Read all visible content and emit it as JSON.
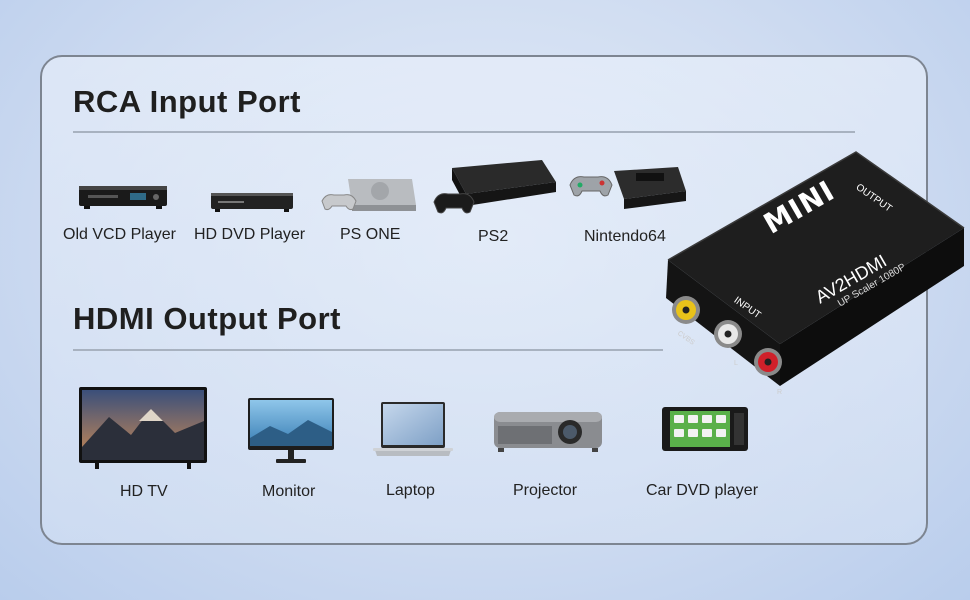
{
  "sections": {
    "input_title": "RCA Input Port",
    "output_title": "HDMI Output Port"
  },
  "input_devices": [
    {
      "label": "Old VCD Player",
      "icon": "vcd-player-icon"
    },
    {
      "label": "HD DVD Player",
      "icon": "dvd-player-icon"
    },
    {
      "label": "PS ONE",
      "icon": "ps-one-console-icon"
    },
    {
      "label": "PS2",
      "icon": "ps2-console-icon"
    },
    {
      "label": "Nintendo64",
      "icon": "nintendo64-console-icon"
    }
  ],
  "output_devices": [
    {
      "label": "HD TV",
      "icon": "tv-icon"
    },
    {
      "label": "Monitor",
      "icon": "monitor-icon"
    },
    {
      "label": "Laptop",
      "icon": "laptop-icon"
    },
    {
      "label": "Projector",
      "icon": "projector-icon"
    },
    {
      "label": "Car DVD player",
      "icon": "car-dvd-player-icon"
    }
  ],
  "adapter": {
    "brand": "MINI",
    "model": "AV2HDMI",
    "subtitle": "UP Scaler 1080P",
    "output_label": "OUTPUT",
    "input_label": "INPUT",
    "cvbs_label": "CVBS",
    "left_label": "L",
    "right_label": "R",
    "colors": {
      "body": "#1c1c1c",
      "yellow": "#e8c21a",
      "white": "#e8e8e8",
      "red": "#d0202a"
    }
  }
}
